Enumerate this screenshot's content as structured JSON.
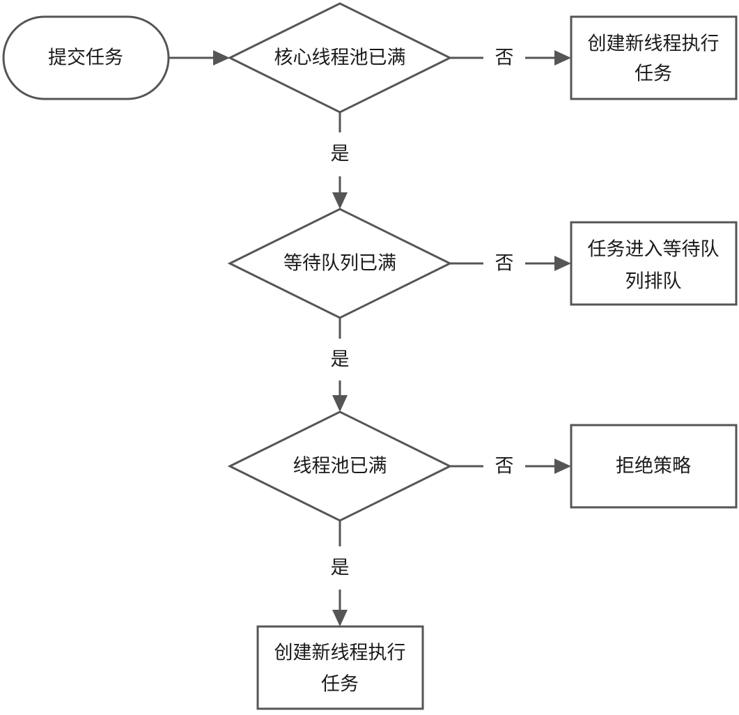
{
  "nodes": {
    "start": {
      "label": "提交任务"
    },
    "d1": {
      "label": "核心线程池已满"
    },
    "d2": {
      "label": "等待队列已满"
    },
    "d3": {
      "label": "线程池已满"
    },
    "p1": {
      "line1": "创建新线程执行",
      "line2": "任务"
    },
    "p2": {
      "line1": "任务进入等待队",
      "line2": "列排队"
    },
    "p3": {
      "label": "拒绝策略"
    },
    "p4": {
      "line1": "创建新线程执行",
      "line2": "任务"
    }
  },
  "edges": {
    "d1_no": "否",
    "d1_yes": "是",
    "d2_no": "否",
    "d2_yes": "是",
    "d3_no": "否",
    "d3_yes": "是"
  },
  "colors": {
    "stroke": "#555555",
    "fill": "#ffffff",
    "text": "#1a1a1a"
  }
}
